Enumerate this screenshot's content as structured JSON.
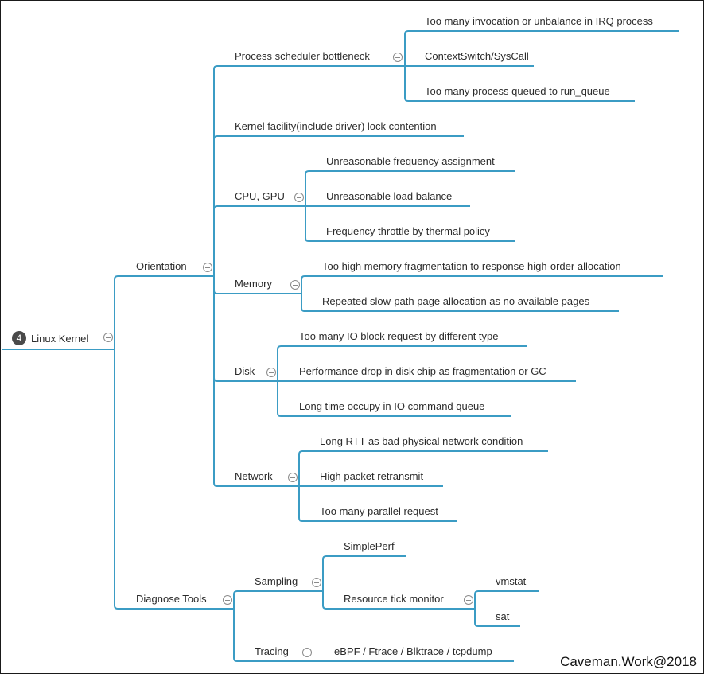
{
  "colors": {
    "line": "#3b9cc4",
    "text": "#2b2b2b",
    "badge": "#4a4a4a"
  },
  "icons": {
    "root_badge": "numbered-badge",
    "toggle": "collapse-minus-circle-icon"
  },
  "root": {
    "badge": "4",
    "label": "Linux Kernel"
  },
  "orientation": {
    "label": "Orientation",
    "process_scheduler": {
      "label": "Process scheduler bottleneck",
      "items": [
        "Too many invocation or unbalance in IRQ process",
        "ContextSwitch/SysCall",
        "Too many process queued to run_queue"
      ]
    },
    "kernel_facility": {
      "label": "Kernel facility(include driver) lock contention"
    },
    "cpu_gpu": {
      "label": "CPU, GPU",
      "items": [
        "Unreasonable frequency assignment",
        "Unreasonable load balance",
        "Frequency throttle by thermal policy"
      ]
    },
    "memory": {
      "label": "Memory",
      "items": [
        "Too high memory fragmentation to response high-order allocation",
        "Repeated slow-path page allocation as no available pages"
      ]
    },
    "disk": {
      "label": "Disk",
      "items": [
        "Too many IO block request by different type",
        "Performance drop in disk chip as fragmentation or GC",
        "Long time occupy in IO command queue"
      ]
    },
    "network": {
      "label": "Network",
      "items": [
        "Long RTT as bad physical network condition",
        "High packet retransmit",
        "Too many parallel request"
      ]
    }
  },
  "diagnose": {
    "label": "Diagnose Tools",
    "sampling": {
      "label": "Sampling",
      "simpleperf": "SimplePerf",
      "resource_tick": {
        "label": "Resource tick monitor",
        "items": [
          "vmstat",
          "sat"
        ]
      }
    },
    "tracing": {
      "label": "Tracing",
      "tools": "eBPF / Ftrace / Blktrace / tcpdump"
    }
  },
  "watermark": "Caveman.Work@2018"
}
